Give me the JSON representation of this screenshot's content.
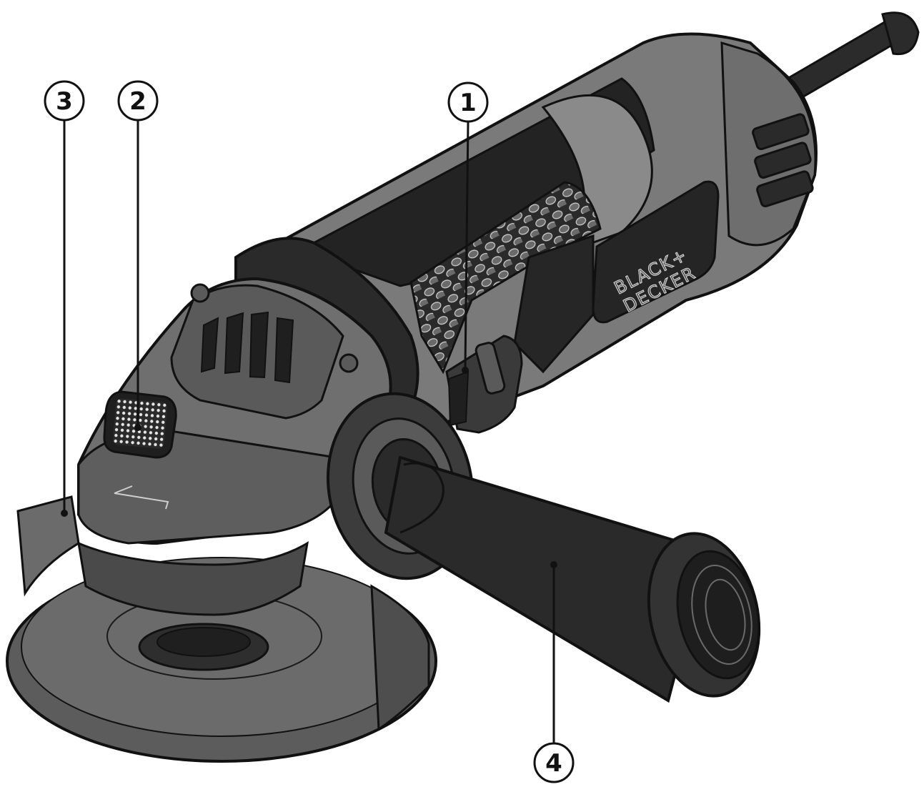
{
  "brand": {
    "line1": "BLACK+",
    "line2": "DECKER"
  },
  "callouts": [
    {
      "id": "1",
      "label": "1"
    },
    {
      "id": "2",
      "label": "2"
    },
    {
      "id": "3",
      "label": "3"
    },
    {
      "id": "4",
      "label": "4"
    }
  ],
  "colors": {
    "body_gray": "#7a7a7a",
    "dark_gray": "#3c3c3c",
    "black": "#1f1f1f",
    "outline": "#111111"
  },
  "icons": [
    "angle-grinder-illustration",
    "spindle-lock-button-icon",
    "slide-switch-icon",
    "side-handle-icon",
    "guard-icon"
  ]
}
